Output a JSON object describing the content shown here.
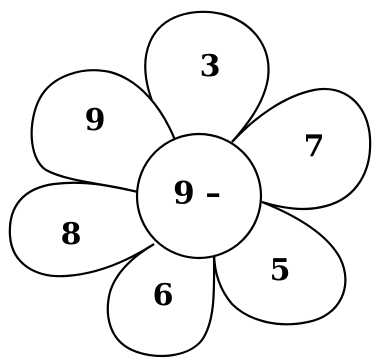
{
  "center": {
    "expression": "9 –"
  },
  "petals": [
    {
      "id": "top",
      "number": "3"
    },
    {
      "id": "upper-right",
      "number": "7"
    },
    {
      "id": "lower-right",
      "number": "5"
    },
    {
      "id": "bottom",
      "number": "6"
    },
    {
      "id": "lower-left",
      "number": "8"
    },
    {
      "id": "upper-left",
      "number": "9"
    }
  ],
  "colors": {
    "stroke": "#000000",
    "fill": "#ffffff"
  }
}
